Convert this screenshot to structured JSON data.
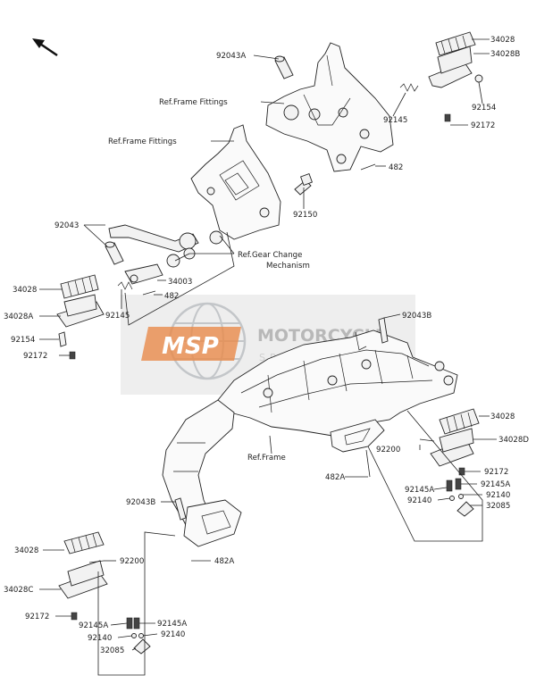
{
  "watermark": {
    "logo": "MSP",
    "brand": "MOTORCYCLE",
    "tagline": "SPARE PARTS",
    "colors": {
      "logo": "#e8894a",
      "text": "#bdbdbd",
      "band": "#d9d9d9"
    }
  },
  "labels": {
    "p34028_top": "34028",
    "p34028B": "34028B",
    "p92154_top": "92154",
    "p92172_top": "92172",
    "p92043A": "92043A",
    "ref_frame_fittings_1": "Ref.Frame Fittings",
    "ref_frame_fittings_2": "Ref.Frame Fittings",
    "p92145_top": "92145",
    "p482_top": "482",
    "p92150": "92150",
    "p92043": "92043",
    "ref_gear_change_1": "Ref.Gear Change",
    "ref_gear_change_2": "Mechanism",
    "p34003": "34003",
    "p482_mid": "482",
    "p34028_left": "34028",
    "p34028A": "34028A",
    "p92145_left": "92145",
    "p92154_left": "92154",
    "p92172_left": "92172",
    "p92043B_top": "92043B",
    "p34028_right": "34028",
    "p34028D": "34028D",
    "p92200_right": "92200",
    "ref_frame": "Ref.Frame",
    "p482A_right": "482A",
    "p92172_right": "92172",
    "p92145A_right_a": "92145A",
    "p92145A_right_b": "92145A",
    "p92140_right_a": "92140",
    "p92140_right_b": "92140",
    "p32085_right": "32085",
    "p92043B_bottom": "92043B",
    "p34028_bottom": "34028",
    "p92200_bottom": "92200",
    "p482A_bottom": "482A",
    "p34028C": "34028C",
    "p92172_bottom": "92172",
    "p92145A_bottom_a": "92145A",
    "p92145A_bottom_b": "92145A",
    "p92140_bottom_a": "92140",
    "p92140_bottom_b": "92140",
    "p32085_bottom": "32085"
  },
  "icons": {
    "direction": "front-direction-arrow-icon"
  }
}
